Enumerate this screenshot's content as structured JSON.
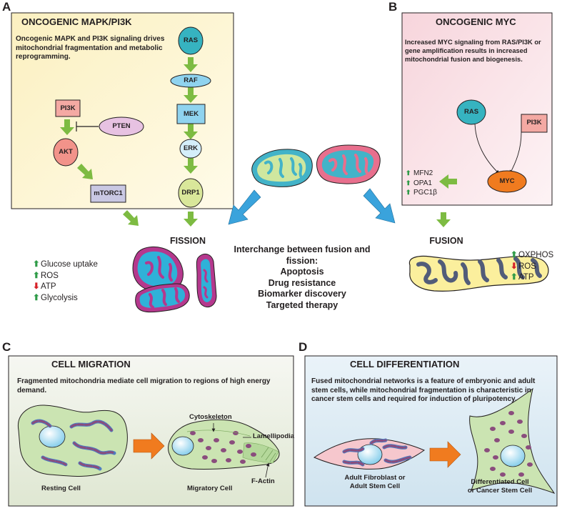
{
  "panels": {
    "a": {
      "letter": "A",
      "title": "ONCOGENIC MAPK/PI3K",
      "description": "Oncogenic MAPK and PI3K signaling drives mitochondrial fragmentation and metabolic reprogramming."
    },
    "b": {
      "letter": "B",
      "title": "ONCOGENIC MYC",
      "description": "Increased MYC signaling from RAS/PI3K or gene amplification results in increased mitochondrial fusion and biogenesis."
    },
    "c": {
      "letter": "C",
      "title": "CELL MIGRATION",
      "description": "Fragmented mitochondria mediate cell migration to regions of high energy demand."
    },
    "d": {
      "letter": "D",
      "title": "CELL DIFFERENTIATION",
      "description": "Fused mitochondrial networks is a feature of embryonic and adult stem cells, while mitochondrial fragmentation is characteristic in cancer stem cells and required for induction of pluripotency."
    }
  },
  "nodes": {
    "ras": "RAS",
    "raf": "RAF",
    "mek": "MEK",
    "erk": "ERK",
    "drp1": "DRP1",
    "pi3k": "PI3K",
    "pten": "PTEN",
    "akt": "AKT",
    "mtorc1": "mTORC1",
    "ras_b": "RAS",
    "pi3k_b": "PI3K",
    "myc": "MYC"
  },
  "myc_targets": [
    {
      "symbol": "⬆",
      "label": "MFN2"
    },
    {
      "symbol": "⬆",
      "label": "OPA1"
    },
    {
      "symbol": "⬆",
      "label": "PGC1β"
    }
  ],
  "fission": {
    "label": "FISSION",
    "effects": [
      {
        "direction": "up",
        "symbol": "⬆",
        "label": "Glucose uptake"
      },
      {
        "direction": "up",
        "symbol": "⬆",
        "label": "ROS"
      },
      {
        "direction": "down",
        "symbol": "⬇",
        "label": "ATP"
      },
      {
        "direction": "up",
        "symbol": "⬆",
        "label": "Glycolysis"
      }
    ]
  },
  "fusion": {
    "label": "FUSION",
    "effects": [
      {
        "direction": "up",
        "symbol": "⬆",
        "label": "OXPHOS"
      },
      {
        "direction": "down",
        "symbol": "⬇",
        "label": "ROS"
      },
      {
        "direction": "up",
        "symbol": "⬆",
        "label": "ATP"
      }
    ]
  },
  "center": {
    "heading": "Interchange between fusion and fission:",
    "items": [
      "Apoptosis",
      "Drug resistance",
      "Biomarker discovery",
      "Targeted therapy"
    ]
  },
  "migration": {
    "cytoskeleton": "Cytoskeleton",
    "lamellipodia": "Lamellipodia",
    "factin": "F-Actin",
    "resting": "Resting Cell",
    "migratory": "Migratory Cell"
  },
  "differentiation": {
    "left_line1": "Adult Fibroblast or",
    "left_line2": "Adult Stem Cell",
    "right_line1": "Differentiated Cell",
    "right_line2": "or Cancer Stem Cell"
  },
  "colors": {
    "green_arrow": "#7dbb42",
    "blue_arrow": "#3aa3dc",
    "orange_arrow": "#f07b1f",
    "panel_a_bg": "#fdf6d2",
    "panel_b_bg": "#fbe6ea",
    "panel_c_bg": "#eef1e5",
    "panel_d_bg": "#dbeaf3",
    "ras_fill": "#36b3c0",
    "raf_fill": "#8fd3ef",
    "mek_fill": "#8fd3ef",
    "erk_fill": "#d4eefa",
    "drp1_fill": "#d9e79a",
    "pi3k_fill": "#f4a9a3",
    "pten_fill": "#e7c2e2",
    "akt_fill": "#f2938a",
    "mtorc1_fill": "#c9c8e3",
    "myc_fill": "#f07b1f",
    "fission_membrane": "#b5388d",
    "fission_matrix": "#2fb1d8",
    "fusion_membrane": "#1f1a17",
    "fusion_fill": "#fbef9d",
    "fusion_cristae": "#525c79",
    "cell_green": "#cbe4b2",
    "cell_pink": "#f6c7cd",
    "nucleus": "#8fd3ef",
    "mito_purple": "#8a4d7d"
  }
}
